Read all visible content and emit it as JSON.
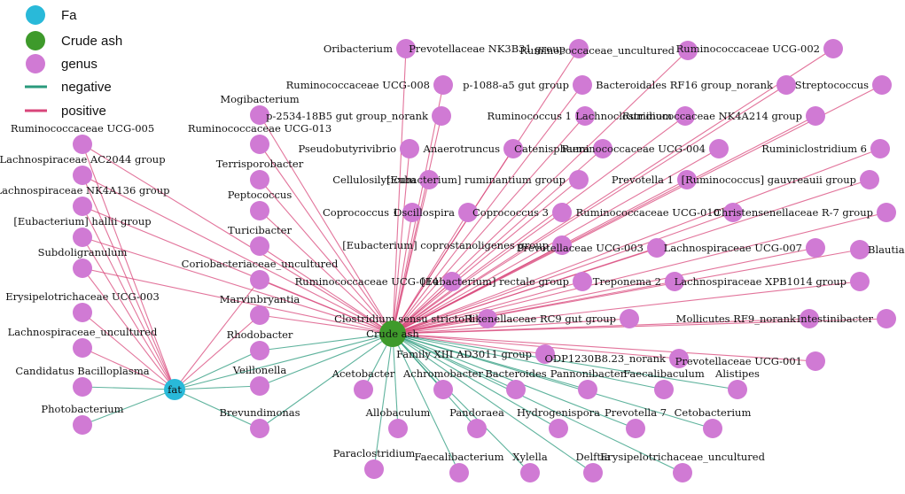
{
  "colors": {
    "fa": "#29b9d9",
    "crude": "#3e9a2b",
    "genus": "#d07ad4",
    "negative": "#2a9a7c",
    "positive": "#d8457a"
  },
  "legend": [
    {
      "label": "Fa",
      "kind": "fa"
    },
    {
      "label": "Crude ash",
      "kind": "crude"
    },
    {
      "label": "genus",
      "kind": "genus"
    },
    {
      "label": "negative",
      "kind": "negative"
    },
    {
      "label": "positive",
      "kind": "positive"
    }
  ],
  "hubs": {
    "fat": {
      "label": "fat"
    },
    "crude": {
      "label": "Crude ash"
    }
  },
  "genera": [
    {
      "id": "g1",
      "label": "Ruminococcaceae UCG-005"
    },
    {
      "id": "g2",
      "label": "Lachnospiraceae AC2044 group"
    },
    {
      "id": "g3",
      "label": "Lachnospiraceae NK4A136 group"
    },
    {
      "id": "g4",
      "label": "[Eubacterium] hallii group"
    },
    {
      "id": "g5",
      "label": "Subdoligranulum"
    },
    {
      "id": "g6",
      "label": "Erysipelotrichaceae UCG-003"
    },
    {
      "id": "g7",
      "label": "Lachnospiraceae_uncultured"
    },
    {
      "id": "g8",
      "label": "Candidatus Bacilloplasma"
    },
    {
      "id": "g9",
      "label": "Photobacterium"
    },
    {
      "id": "m1",
      "label": "Mogibacterium"
    },
    {
      "id": "m2",
      "label": "Ruminococcaceae UCG-013"
    },
    {
      "id": "m3",
      "label": "Terrisporobacter"
    },
    {
      "id": "m4",
      "label": "Peptococcus"
    },
    {
      "id": "m5",
      "label": "Turicibacter"
    },
    {
      "id": "m6",
      "label": "Coriobacteriaceae_uncultured"
    },
    {
      "id": "m7",
      "label": "Marvinbryantia"
    },
    {
      "id": "m8",
      "label": "Rhodobacter"
    },
    {
      "id": "m9",
      "label": "Veillonella"
    },
    {
      "id": "m10",
      "label": "Brevundimonas"
    },
    {
      "id": "r1",
      "label": "Oribacterium"
    },
    {
      "id": "r2",
      "label": "Prevotellaceae NK3B31 group"
    },
    {
      "id": "r3",
      "label": "Ruminococcaceae_uncultured"
    },
    {
      "id": "r4",
      "label": "Ruminococcaceae UCG-002"
    },
    {
      "id": "r5",
      "label": "Ruminococcaceae UCG-008"
    },
    {
      "id": "r6",
      "label": "p-1088-a5 gut group"
    },
    {
      "id": "r7",
      "label": "Bacteroidales RF16 group_norank"
    },
    {
      "id": "r8",
      "label": "Streptococcus"
    },
    {
      "id": "r9",
      "label": "p-2534-18B5 gut group_norank"
    },
    {
      "id": "r10",
      "label": "Ruminococcus 1"
    },
    {
      "id": "r11",
      "label": "Lachnoclostridium"
    },
    {
      "id": "r12",
      "label": "Ruminococcaceae NK4A214 group"
    },
    {
      "id": "r13",
      "label": "Pseudobutyrivibrio"
    },
    {
      "id": "r14",
      "label": "Anaerotruncus"
    },
    {
      "id": "r15",
      "label": "Catenisphaera"
    },
    {
      "id": "r16",
      "label": "Ruminococcaceae UCG-004"
    },
    {
      "id": "r17",
      "label": "Ruminiclostridium 6"
    },
    {
      "id": "r18",
      "label": "Cellulosilyticum"
    },
    {
      "id": "r19",
      "label": "[Eubacterium] ruminantium group"
    },
    {
      "id": "r20",
      "label": "Prevotella 1"
    },
    {
      "id": "r21",
      "label": "[Ruminococcus] gauvreauii group"
    },
    {
      "id": "r22",
      "label": "Coprococcus 1"
    },
    {
      "id": "r23",
      "label": "Oscillospira"
    },
    {
      "id": "r24",
      "label": "Coprococcus 3"
    },
    {
      "id": "r25",
      "label": "Ruminococcaceae UCG-010"
    },
    {
      "id": "r26",
      "label": "Christensenellaceae R-7 group"
    },
    {
      "id": "r27",
      "label": "[Eubacterium] coprostanoligenes group"
    },
    {
      "id": "r28",
      "label": "Prevotellaceae UCG-003"
    },
    {
      "id": "r29",
      "label": "Lachnospiraceae UCG-007"
    },
    {
      "id": "r30",
      "label": "Blautia"
    },
    {
      "id": "r31",
      "label": "Ruminococcaceae UCG-014"
    },
    {
      "id": "r32",
      "label": "[Eubacterium] rectale group"
    },
    {
      "id": "r33",
      "label": "Treponema 2"
    },
    {
      "id": "r34",
      "label": "Lachnospiraceae XPB1014 group"
    },
    {
      "id": "r35",
      "label": "Clostridium sensu stricto 1"
    },
    {
      "id": "r36",
      "label": "Rikenellaceae RC9 gut group"
    },
    {
      "id": "r37",
      "label": "Mollicutes RF9_norank"
    },
    {
      "id": "r38",
      "label": "Intestinibacter"
    },
    {
      "id": "r39",
      "label": "Family XIII AD3011 group"
    },
    {
      "id": "r40",
      "label": "ODP1230B8.23_norank"
    },
    {
      "id": "r41",
      "label": "Prevotellaceae UCG-001"
    },
    {
      "id": "b1",
      "label": "Acetobacter"
    },
    {
      "id": "b2",
      "label": "Achromobacter"
    },
    {
      "id": "b3",
      "label": "Bacteroides"
    },
    {
      "id": "b4",
      "label": "Pannonibacter"
    },
    {
      "id": "b5",
      "label": "Faecalibaculum"
    },
    {
      "id": "b6",
      "label": "Alistipes"
    },
    {
      "id": "b7",
      "label": "Allobaculum"
    },
    {
      "id": "b8",
      "label": "Pandoraea"
    },
    {
      "id": "b9",
      "label": "Hydrogenispora"
    },
    {
      "id": "b10",
      "label": "Prevotella 7"
    },
    {
      "id": "b11",
      "label": "Cetobacterium"
    },
    {
      "id": "b12",
      "label": "Paraclostridium"
    },
    {
      "id": "b13",
      "label": "Faecalibacterium"
    },
    {
      "id": "b14",
      "label": "Xylella"
    },
    {
      "id": "b15",
      "label": "Delftia"
    },
    {
      "id": "b16",
      "label": "Erysipelotrichaceae_uncultured"
    }
  ],
  "edges": [
    {
      "from": "g1",
      "to": "fat",
      "sign": "positive"
    },
    {
      "from": "g2",
      "to": "fat",
      "sign": "positive"
    },
    {
      "from": "g3",
      "to": "fat",
      "sign": "positive"
    },
    {
      "from": "g4",
      "to": "fat",
      "sign": "positive"
    },
    {
      "from": "g5",
      "to": "fat",
      "sign": "positive"
    },
    {
      "from": "g6",
      "to": "fat",
      "sign": "positive"
    },
    {
      "from": "g7",
      "to": "fat",
      "sign": "positive"
    },
    {
      "from": "g8",
      "to": "fat",
      "sign": "negative"
    },
    {
      "from": "g9",
      "to": "fat",
      "sign": "negative"
    },
    {
      "from": "m9",
      "to": "fat",
      "sign": "negative"
    },
    {
      "from": "m8",
      "to": "fat",
      "sign": "negative"
    },
    {
      "from": "m7",
      "to": "fat",
      "sign": "positive"
    },
    {
      "from": "m6",
      "to": "fat",
      "sign": "positive"
    },
    {
      "from": "m10",
      "to": "fat",
      "sign": "negative"
    },
    {
      "from": "crude",
      "to": "fat",
      "sign": "negative"
    },
    {
      "from": "g1",
      "to": "crude",
      "sign": "positive"
    },
    {
      "from": "g2",
      "to": "crude",
      "sign": "positive"
    },
    {
      "from": "g3",
      "to": "crude",
      "sign": "positive"
    },
    {
      "from": "g4",
      "to": "crude",
      "sign": "positive"
    },
    {
      "from": "g5",
      "to": "crude",
      "sign": "positive"
    },
    {
      "from": "m1",
      "to": "crude",
      "sign": "positive"
    },
    {
      "from": "m2",
      "to": "crude",
      "sign": "positive"
    },
    {
      "from": "m3",
      "to": "crude",
      "sign": "positive"
    },
    {
      "from": "m4",
      "to": "crude",
      "sign": "positive"
    },
    {
      "from": "m5",
      "to": "crude",
      "sign": "positive"
    },
    {
      "from": "m6",
      "to": "crude",
      "sign": "positive"
    },
    {
      "from": "m7",
      "to": "crude",
      "sign": "positive"
    },
    {
      "from": "m8",
      "to": "crude",
      "sign": "negative"
    },
    {
      "from": "m9",
      "to": "crude",
      "sign": "negative"
    },
    {
      "from": "m10",
      "to": "crude",
      "sign": "negative"
    },
    {
      "from": "r1",
      "to": "crude",
      "sign": "positive"
    },
    {
      "from": "r2",
      "to": "crude",
      "sign": "positive"
    },
    {
      "from": "r3",
      "to": "crude",
      "sign": "positive"
    },
    {
      "from": "r4",
      "to": "crude",
      "sign": "positive"
    },
    {
      "from": "r5",
      "to": "crude",
      "sign": "positive"
    },
    {
      "from": "r6",
      "to": "crude",
      "sign": "positive"
    },
    {
      "from": "r7",
      "to": "crude",
      "sign": "positive"
    },
    {
      "from": "r8",
      "to": "crude",
      "sign": "positive"
    },
    {
      "from": "r9",
      "to": "crude",
      "sign": "positive"
    },
    {
      "from": "r10",
      "to": "crude",
      "sign": "positive"
    },
    {
      "from": "r11",
      "to": "crude",
      "sign": "positive"
    },
    {
      "from": "r12",
      "to": "crude",
      "sign": "positive"
    },
    {
      "from": "r13",
      "to": "crude",
      "sign": "positive"
    },
    {
      "from": "r14",
      "to": "crude",
      "sign": "positive"
    },
    {
      "from": "r15",
      "to": "crude",
      "sign": "positive"
    },
    {
      "from": "r16",
      "to": "crude",
      "sign": "positive"
    },
    {
      "from": "r17",
      "to": "crude",
      "sign": "positive"
    },
    {
      "from": "r18",
      "to": "crude",
      "sign": "positive"
    },
    {
      "from": "r19",
      "to": "crude",
      "sign": "positive"
    },
    {
      "from": "r20",
      "to": "crude",
      "sign": "positive"
    },
    {
      "from": "r21",
      "to": "crude",
      "sign": "positive"
    },
    {
      "from": "r22",
      "to": "crude",
      "sign": "positive"
    },
    {
      "from": "r23",
      "to": "crude",
      "sign": "positive"
    },
    {
      "from": "r24",
      "to": "crude",
      "sign": "positive"
    },
    {
      "from": "r25",
      "to": "crude",
      "sign": "positive"
    },
    {
      "from": "r26",
      "to": "crude",
      "sign": "positive"
    },
    {
      "from": "r27",
      "to": "crude",
      "sign": "positive"
    },
    {
      "from": "r28",
      "to": "crude",
      "sign": "positive"
    },
    {
      "from": "r29",
      "to": "crude",
      "sign": "positive"
    },
    {
      "from": "r30",
      "to": "crude",
      "sign": "positive"
    },
    {
      "from": "r31",
      "to": "crude",
      "sign": "positive"
    },
    {
      "from": "r32",
      "to": "crude",
      "sign": "positive"
    },
    {
      "from": "r33",
      "to": "crude",
      "sign": "positive"
    },
    {
      "from": "r34",
      "to": "crude",
      "sign": "positive"
    },
    {
      "from": "r35",
      "to": "crude",
      "sign": "positive"
    },
    {
      "from": "r36",
      "to": "crude",
      "sign": "positive"
    },
    {
      "from": "r37",
      "to": "crude",
      "sign": "positive"
    },
    {
      "from": "r38",
      "to": "crude",
      "sign": "positive"
    },
    {
      "from": "r39",
      "to": "crude",
      "sign": "positive"
    },
    {
      "from": "r40",
      "to": "crude",
      "sign": "positive"
    },
    {
      "from": "r41",
      "to": "crude",
      "sign": "positive"
    },
    {
      "from": "b1",
      "to": "crude",
      "sign": "negative"
    },
    {
      "from": "b2",
      "to": "crude",
      "sign": "negative"
    },
    {
      "from": "b3",
      "to": "crude",
      "sign": "negative"
    },
    {
      "from": "b4",
      "to": "crude",
      "sign": "negative"
    },
    {
      "from": "b5",
      "to": "crude",
      "sign": "negative"
    },
    {
      "from": "b6",
      "to": "crude",
      "sign": "negative"
    },
    {
      "from": "b7",
      "to": "crude",
      "sign": "negative"
    },
    {
      "from": "b8",
      "to": "crude",
      "sign": "negative"
    },
    {
      "from": "b9",
      "to": "crude",
      "sign": "negative"
    },
    {
      "from": "b10",
      "to": "crude",
      "sign": "negative"
    },
    {
      "from": "b11",
      "to": "crude",
      "sign": "negative"
    },
    {
      "from": "b12",
      "to": "crude",
      "sign": "negative"
    },
    {
      "from": "b13",
      "to": "crude",
      "sign": "negative"
    },
    {
      "from": "b14",
      "to": "crude",
      "sign": "negative"
    },
    {
      "from": "b15",
      "to": "crude",
      "sign": "negative"
    },
    {
      "from": "b16",
      "to": "crude",
      "sign": "negative"
    }
  ]
}
